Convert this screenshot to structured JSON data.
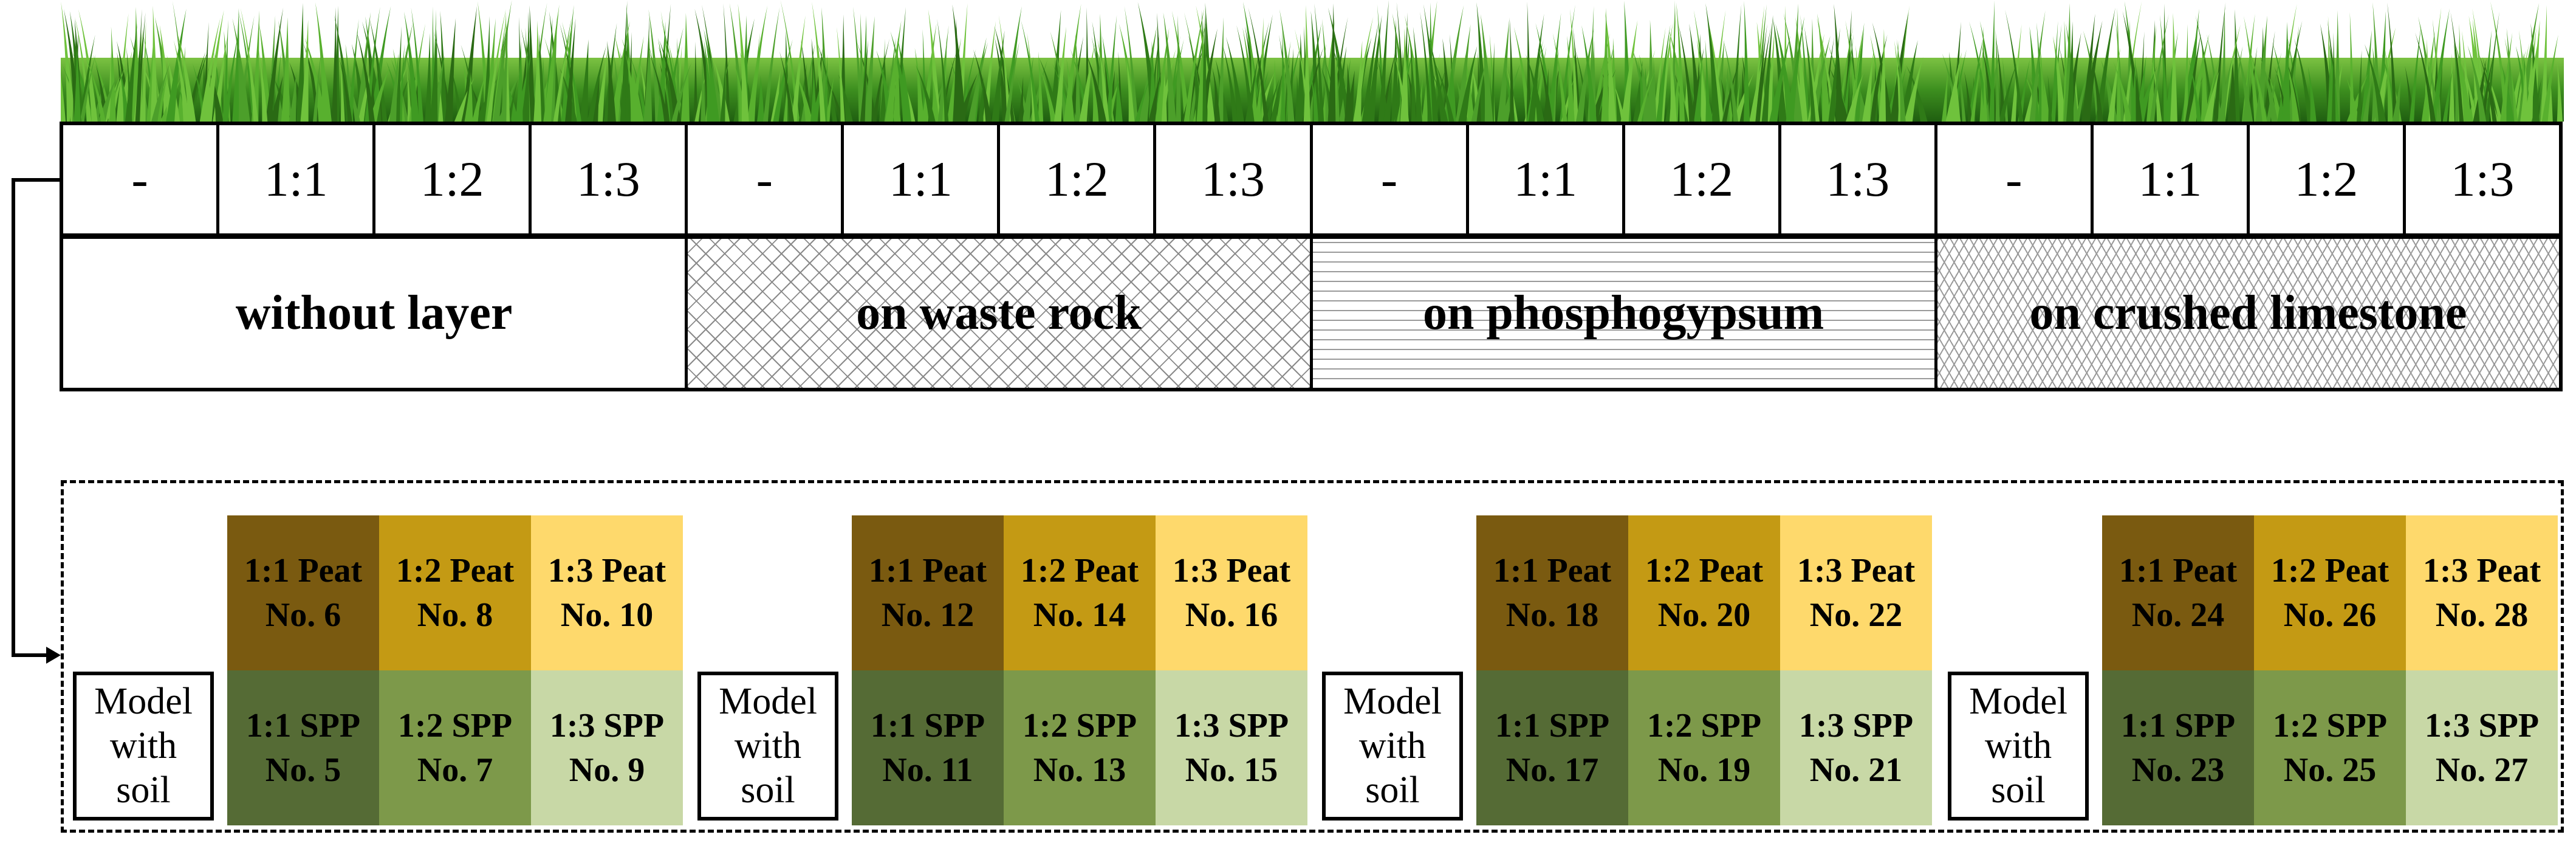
{
  "ratio_header": [
    "-",
    "1:1",
    "1:2",
    "1:3",
    "-",
    "1:1",
    "1:2",
    "1:3",
    "-",
    "1:1",
    "1:2",
    "1:3",
    "-",
    "1:1",
    "1:2",
    "1:3"
  ],
  "layers": [
    {
      "label": "without layer",
      "pattern": "none"
    },
    {
      "label": "on waste rock",
      "pattern": "crosshatch"
    },
    {
      "label": "on phosphogypsum",
      "pattern": "dashes"
    },
    {
      "label": "on crushed limestone",
      "pattern": "zigzag"
    }
  ],
  "colors": {
    "peat_1_1": "#7a5a10",
    "peat_1_2": "#c49a14",
    "peat_1_3": "#fed96c",
    "spp_1_1": "#556b35",
    "spp_1_2": "#7d994a",
    "spp_1_3": "#c8d8a6"
  },
  "groups": [
    {
      "model_lines": [
        "Model",
        "with",
        "soil"
      ],
      "peat": [
        {
          "ratio": "1:1 Peat",
          "no": "No. 6"
        },
        {
          "ratio": "1:2 Peat",
          "no": "No. 8"
        },
        {
          "ratio": "1:3 Peat",
          "no": "No. 10"
        }
      ],
      "spp": [
        {
          "ratio": "1:1 SPP",
          "no": "No. 5"
        },
        {
          "ratio": "1:2 SPP",
          "no": "No. 7"
        },
        {
          "ratio": "1:3 SPP",
          "no": "No. 9"
        }
      ]
    },
    {
      "model_lines": [
        "Model",
        "with",
        "soil"
      ],
      "peat": [
        {
          "ratio": "1:1 Peat",
          "no": "No. 12"
        },
        {
          "ratio": "1:2 Peat",
          "no": "No. 14"
        },
        {
          "ratio": "1:3 Peat",
          "no": "No. 16"
        }
      ],
      "spp": [
        {
          "ratio": "1:1 SPP",
          "no": "No. 11"
        },
        {
          "ratio": "1:2 SPP",
          "no": "No. 13"
        },
        {
          "ratio": "1:3 SPP",
          "no": "No. 15"
        }
      ]
    },
    {
      "model_lines": [
        "Model",
        "with",
        "soil"
      ],
      "peat": [
        {
          "ratio": "1:1 Peat",
          "no": "No. 18"
        },
        {
          "ratio": "1:2 Peat",
          "no": "No. 20"
        },
        {
          "ratio": "1:3 Peat",
          "no": "No. 22"
        }
      ],
      "spp": [
        {
          "ratio": "1:1 SPP",
          "no": "No. 17"
        },
        {
          "ratio": "1:2 SPP",
          "no": "No. 19"
        },
        {
          "ratio": "1:3 SPP",
          "no": "No. 21"
        }
      ]
    },
    {
      "model_lines": [
        "Model",
        "with",
        "soil"
      ],
      "peat": [
        {
          "ratio": "1:1 Peat",
          "no": "No. 24"
        },
        {
          "ratio": "1:2 Peat",
          "no": "No. 26"
        },
        {
          "ratio": "1:3 Peat",
          "no": "No. 28"
        }
      ],
      "spp": [
        {
          "ratio": "1:1 SPP",
          "no": "No. 23"
        },
        {
          "ratio": "1:2 SPP",
          "no": "No. 25"
        },
        {
          "ratio": "1:3 SPP",
          "no": "No. 27"
        }
      ]
    }
  ]
}
